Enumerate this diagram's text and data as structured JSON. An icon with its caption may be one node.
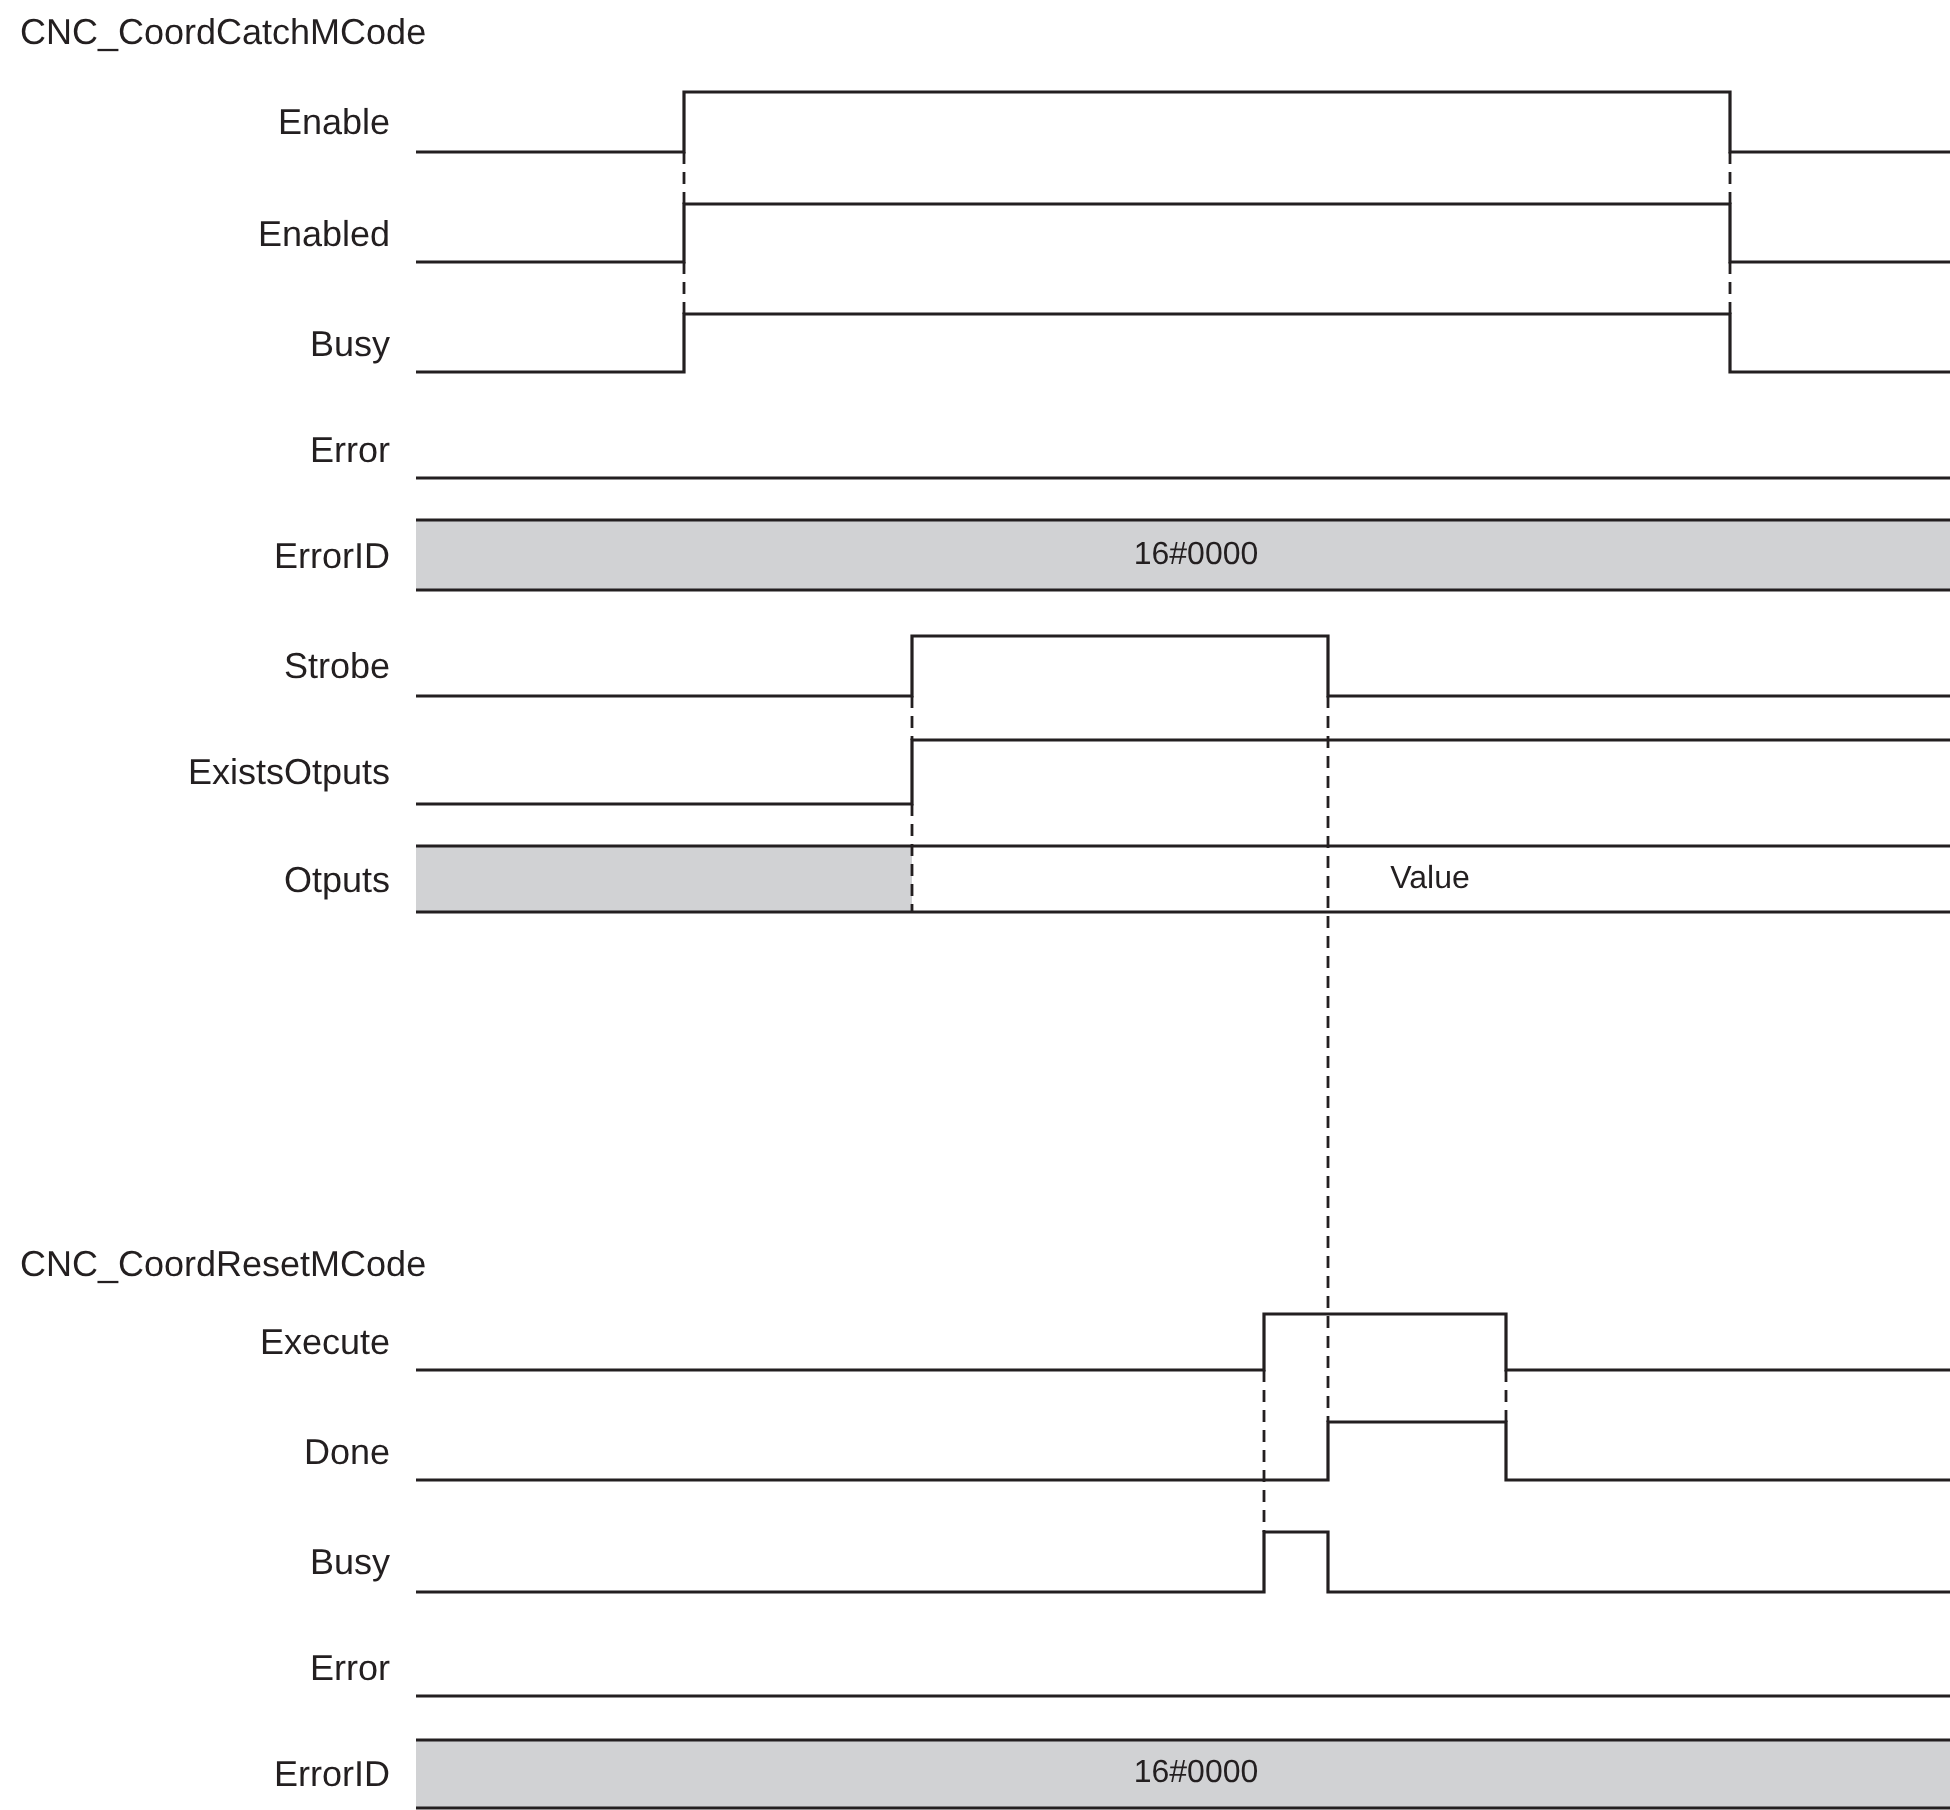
{
  "diagram": {
    "labels": [
      "CNC_CoordCatchMCode",
      "Enable",
      "Enabled",
      "Busy",
      "Error",
      "ErrorID",
      "16#0000",
      "Strobe",
      "ExistsOtputs",
      "Otputs",
      "Value",
      "CNC_CoordResetMCode",
      "Execute",
      "Done",
      "Busy",
      "Error",
      "ErrorID",
      "16#0000"
    ]
  }
}
